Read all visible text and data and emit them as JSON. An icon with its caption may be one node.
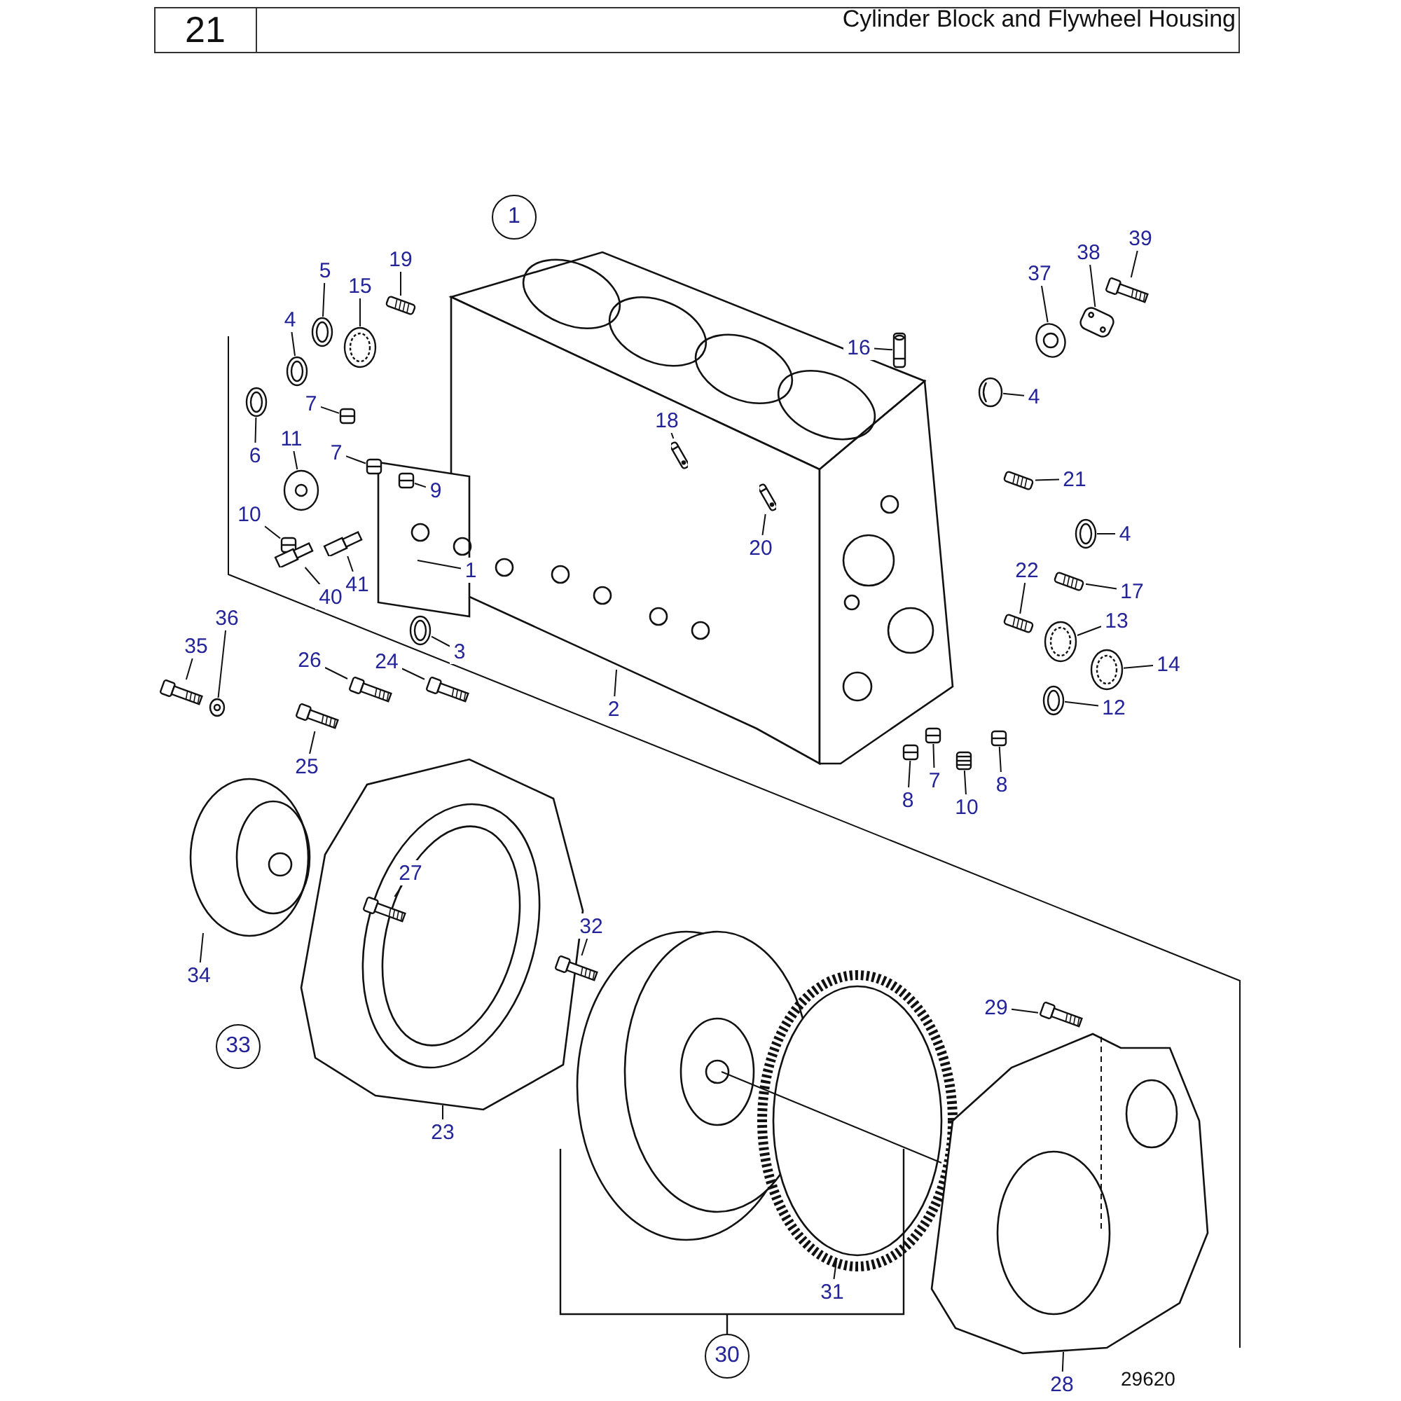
{
  "diagram": {
    "title": "Cylinder Block and Flywheel Housing",
    "nodes": [
      {
        "text": [
          "1"
        ]
      },
      {
        "text": [
          "19"
        ]
      },
      {
        "text": [
          "5"
        ]
      },
      {
        "text": [
          "15"
        ]
      },
      {
        "text": [
          "4"
        ]
      },
      {
        "text": [
          "7"
        ]
      },
      {
        "text": [
          "6"
        ]
      },
      {
        "text": [
          "11"
        ]
      },
      {
        "text": [
          "7"
        ]
      },
      {
        "text": [
          "9"
        ]
      },
      {
        "text": [
          "10"
        ]
      },
      {
        "text": [
          "40"
        ]
      },
      {
        "text": [
          "41"
        ]
      },
      {
        "text": [
          "1"
        ]
      },
      {
        "text": [
          "3"
        ]
      },
      {
        "text": [
          "2"
        ]
      },
      {
        "text": [
          "18"
        ]
      },
      {
        "text": [
          "20"
        ]
      },
      {
        "text": [
          "16"
        ]
      },
      {
        "text": [
          "4"
        ]
      },
      {
        "text": [
          "21"
        ]
      },
      {
        "text": [
          "4"
        ]
      },
      {
        "text": [
          "17"
        ]
      },
      {
        "text": [
          "22"
        ]
      },
      {
        "text": [
          "13"
        ]
      },
      {
        "text": [
          "14"
        ]
      },
      {
        "text": [
          "12"
        ]
      },
      {
        "text": [
          "8"
        ]
      },
      {
        "text": [
          "7"
        ]
      },
      {
        "text": [
          "10"
        ]
      },
      {
        "text": [
          "8"
        ]
      },
      {
        "text": [
          "37"
        ]
      },
      {
        "text": [
          "38"
        ]
      },
      {
        "text": [
          "39"
        ]
      },
      {
        "text": [
          "36"
        ]
      },
      {
        "text": [
          "35"
        ]
      },
      {
        "text": [
          "26"
        ]
      },
      {
        "text": [
          "24"
        ]
      },
      {
        "text": [
          "25"
        ]
      },
      {
        "text": [
          "27"
        ]
      },
      {
        "text": [
          "32"
        ]
      },
      {
        "text": [
          "34"
        ]
      },
      {
        "text": [
          "33"
        ]
      },
      {
        "text": [
          "23"
        ]
      },
      {
        "text": [
          "29"
        ]
      },
      {
        "text": [
          "31"
        ]
      },
      {
        "text": [
          "30"
        ]
      },
      {
        "text": [
          "28"
        ]
      },
      {
        "text": [],
        "shape": "picture"
      },
      {
        "text": [],
        "shape": "picture"
      },
      {
        "text": [],
        "shape": "picture"
      },
      {
        "text": [],
        "shape": "picture"
      },
      {
        "text": [],
        "shape": "picture"
      },
      {
        "text": [],
        "shape": "picture"
      },
      {
        "text": [],
        "shape": "picture"
      },
      {
        "text": [],
        "shape": "picture"
      },
      {
        "text": [],
        "shape": "picture"
      },
      {
        "text": [],
        "shape": "picture"
      },
      {
        "text": [],
        "shape": "picture"
      },
      {
        "text": [],
        "shape": "picture"
      },
      {
        "text": [],
        "shape": "picture"
      },
      {
        "text": [],
        "shape": "picture"
      },
      {
        "text": [],
        "shape": "picture"
      },
      {
        "text": [],
        "shape": "picture"
      },
      {
        "text": [],
        "shape": "picture"
      },
      {
        "text": [],
        "shape": "picture"
      },
      {
        "text": [],
        "shape": "picture"
      },
      {
        "text": [],
        "shape": "picture"
      },
      {
        "text": [],
        "shape": "picture"
      },
      {
        "text": [],
        "shape": "picture"
      },
      {
        "text": [],
        "shape": "picture"
      },
      {
        "text": [],
        "shape": "picture"
      },
      {
        "text": [],
        "shape": "picture"
      },
      {
        "text": [],
        "shape": "picture"
      },
      {
        "text": [],
        "shape": "picture"
      },
      {
        "text": [],
        "shape": "picture"
      },
      {
        "text": [],
        "shape": "picture"
      },
      {
        "text": [],
        "shape": "picture"
      },
      {
        "text": [],
        "shape": "picture"
      },
      {
        "text": [],
        "shape": "picture"
      },
      {
        "text": [],
        "shape": "picture"
      },
      {
        "text": [],
        "shape": "picture"
      },
      {
        "text": [],
        "shape": "picture"
      },
      {
        "text": [],
        "shape": "picture"
      },
      {
        "text": [],
        "shape": "picture"
      },
      {
        "text": [],
        "shape": "picture"
      },
      {
        "text": [],
        "shape": "picture"
      }
    ],
    "edges": [
      {
        "from": 1,
        "to": 48,
        "arrow": "none"
      },
      {
        "from": 2,
        "to": 49,
        "arrow": "none"
      },
      {
        "from": 3,
        "to": 50,
        "arrow": "none"
      },
      {
        "from": 4,
        "to": 51,
        "arrow": "none"
      },
      {
        "from": 5,
        "to": 52,
        "arrow": "none"
      },
      {
        "from": 6,
        "to": 53,
        "arrow": "none"
      },
      {
        "from": 7,
        "to": 54,
        "arrow": "none"
      },
      {
        "from": 8,
        "to": 55,
        "arrow": "none"
      },
      {
        "from": 9,
        "to": 56,
        "arrow": "none"
      },
      {
        "from": 10,
        "to": 57,
        "arrow": "none"
      },
      {
        "from": 11,
        "to": 58,
        "arrow": "none"
      },
      {
        "from": 12,
        "to": 59,
        "arrow": "none"
      },
      {
        "from": 13,
        "to": null,
        "arrow": "none"
      },
      {
        "from": 14,
        "to": 60,
        "arrow": "none"
      },
      {
        "from": 15,
        "to": null,
        "arrow": "none"
      },
      {
        "from": 16,
        "to": 61,
        "arrow": "none"
      },
      {
        "from": 17,
        "to": 62,
        "arrow": "none"
      },
      {
        "from": 18,
        "to": 63,
        "arrow": "none"
      },
      {
        "from": 19,
        "to": 64,
        "arrow": "none"
      },
      {
        "from": 20,
        "to": 65,
        "arrow": "none"
      },
      {
        "from": 21,
        "to": 66,
        "arrow": "none"
      },
      {
        "from": 22,
        "to": 67,
        "arrow": "none"
      },
      {
        "from": 23,
        "to": 68,
        "arrow": "none"
      },
      {
        "from": 24,
        "to": 69,
        "arrow": "none"
      },
      {
        "from": 25,
        "to": 70,
        "arrow": "none"
      },
      {
        "from": 26,
        "to": 71,
        "arrow": "none"
      },
      {
        "from": 27,
        "to": 72,
        "arrow": "none"
      },
      {
        "from": 28,
        "to": 73,
        "arrow": "none"
      },
      {
        "from": 29,
        "to": 74,
        "arrow": "none"
      },
      {
        "from": 30,
        "to": 75,
        "arrow": "none"
      },
      {
        "from": 31,
        "to": 76,
        "arrow": "none"
      },
      {
        "from": 32,
        "to": 77,
        "arrow": "none"
      },
      {
        "from": 33,
        "to": 78,
        "arrow": "none"
      },
      {
        "from": 34,
        "to": 79,
        "arrow": "none"
      },
      {
        "from": 35,
        "to": 80,
        "arrow": "none"
      },
      {
        "from": 36,
        "to": 81,
        "arrow": "none"
      },
      {
        "from": 37,
        "to": 82,
        "arrow": "none"
      },
      {
        "from": 38,
        "to": 83,
        "arrow": "none"
      },
      {
        "from": 39,
        "to": 84,
        "arrow": "none"
      },
      {
        "from": 40,
        "to": 85,
        "arrow": "none"
      },
      {
        "from": 41,
        "to": null,
        "arrow": "none"
      },
      {
        "from": 43,
        "to": null,
        "arrow": "none"
      },
      {
        "from": 44,
        "to": 86,
        "arrow": "none"
      },
      {
        "from": 45,
        "to": null,
        "arrow": "none"
      },
      {
        "from": 47,
        "to": null,
        "arrow": "none"
      }
    ],
    "labels": [
      "21",
      "29620"
    ]
  }
}
